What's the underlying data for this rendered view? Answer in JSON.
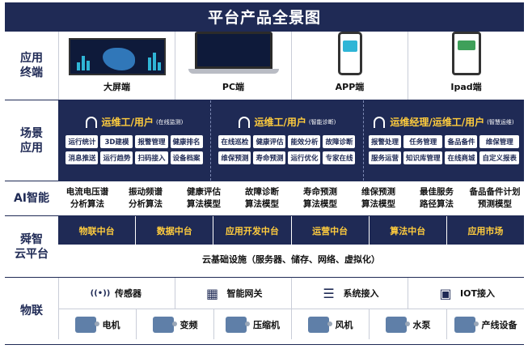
{
  "title": "平台产品全景图",
  "rows": {
    "terminals": {
      "label": "应用\n终端",
      "items": [
        {
          "label": "大屏端",
          "icon": "big-screen-icon"
        },
        {
          "label": "PC端",
          "icon": "laptop-icon"
        },
        {
          "label": "APP端",
          "icon": "phone-icon"
        },
        {
          "label": "Ipad端",
          "icon": "tablet-icon"
        }
      ]
    },
    "scenes": {
      "label": "场景\n应用",
      "groups": [
        {
          "title": "运维工/用户",
          "sub": "(在线监测)",
          "tags": [
            "运行统计",
            "3D建模",
            "报警管理",
            "健康排名",
            "消息推送",
            "运行趋势",
            "扫码接入",
            "设备档案"
          ]
        },
        {
          "title": "运维工/用户",
          "sub": "(智能诊断)",
          "tags": [
            "在线巡检",
            "健康评估",
            "能效分析",
            "故障诊断",
            "维保预测",
            "寿命预测",
            "运行优化",
            "专家在线"
          ]
        },
        {
          "title": "运维经理/运维工/用户",
          "sub": "(智慧运维)",
          "tags": [
            "报警处理",
            "任务管理",
            "备品备件",
            "维保管理",
            "服务运营",
            "知识库管理",
            "在线商城",
            "自定义报表"
          ]
        }
      ]
    },
    "ai": {
      "label": "AI智能",
      "items": [
        [
          "电流电压谱",
          "分析算法"
        ],
        [
          "振动频谱",
          "分析算法"
        ],
        [
          "健康评估",
          "算法模型"
        ],
        [
          "故障诊断",
          "算法模型"
        ],
        [
          "寿命预测",
          "算法模型"
        ],
        [
          "维保预测",
          "算法模型"
        ],
        [
          "最佳服务",
          "路径算法"
        ],
        [
          "备品备件计划",
          "预测模型"
        ]
      ]
    },
    "platform": {
      "label": "舜智\n云平台",
      "top": [
        "物联中台",
        "数据中台",
        "应用开发中台",
        "运营中台",
        "算法中台",
        "应用市场"
      ],
      "bottom": "云基础设施（服务器、储存、网络、虚拟化）"
    },
    "iot": {
      "label": "物联",
      "top": [
        {
          "label": "传感器",
          "icon": "sensor-icon"
        },
        {
          "label": "智能网关",
          "icon": "gateway-icon"
        },
        {
          "label": "系统接入",
          "icon": "sliders-icon"
        },
        {
          "label": "IOT接入",
          "icon": "chip-icon"
        }
      ],
      "bottom": [
        {
          "label": "电机",
          "icon": "motor-icon"
        },
        {
          "label": "变频",
          "icon": "inverter-icon"
        },
        {
          "label": "压缩机",
          "icon": "compressor-icon"
        },
        {
          "label": "风机",
          "icon": "fan-icon"
        },
        {
          "label": "水泵",
          "icon": "pump-icon"
        },
        {
          "label": "产线设备",
          "icon": "production-line-icon"
        }
      ]
    }
  },
  "colors": {
    "navy": "#1f2a55",
    "accent": "#ffcc3d"
  }
}
